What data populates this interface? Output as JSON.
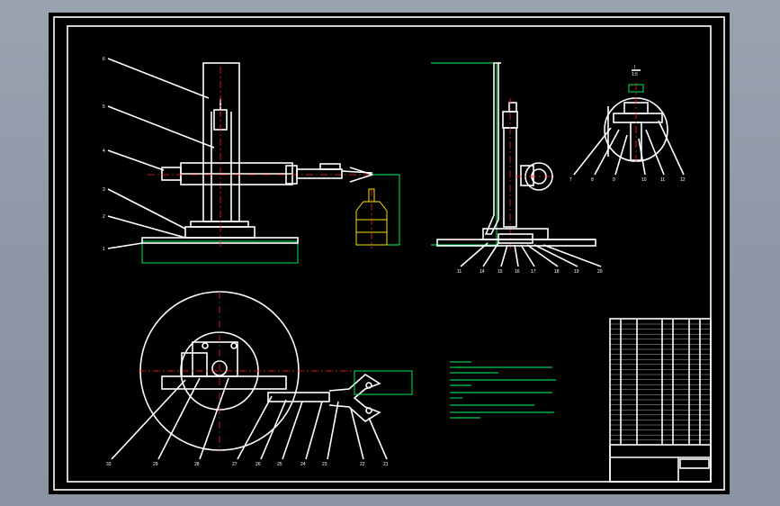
{
  "callouts_front": [
    "6",
    "5",
    "4",
    "3",
    "2",
    "1"
  ],
  "callouts_side": [
    "11",
    "14",
    "15",
    "16",
    "17",
    "18",
    "19",
    "20"
  ],
  "callouts_detail": [
    "7",
    "8",
    "9",
    "10",
    "11",
    "12"
  ],
  "callouts_top": [
    "33",
    "29",
    "28",
    "27",
    "26",
    "25",
    "24",
    "23",
    "22",
    "21"
  ],
  "detail_title": "I",
  "detail_scale": "1:5",
  "colors": {
    "geometry": "#ffffff",
    "hidden": "#ff00ff",
    "centerline": "#ff2020",
    "dimension": "#00ff60",
    "bottle": "#ffe000"
  }
}
